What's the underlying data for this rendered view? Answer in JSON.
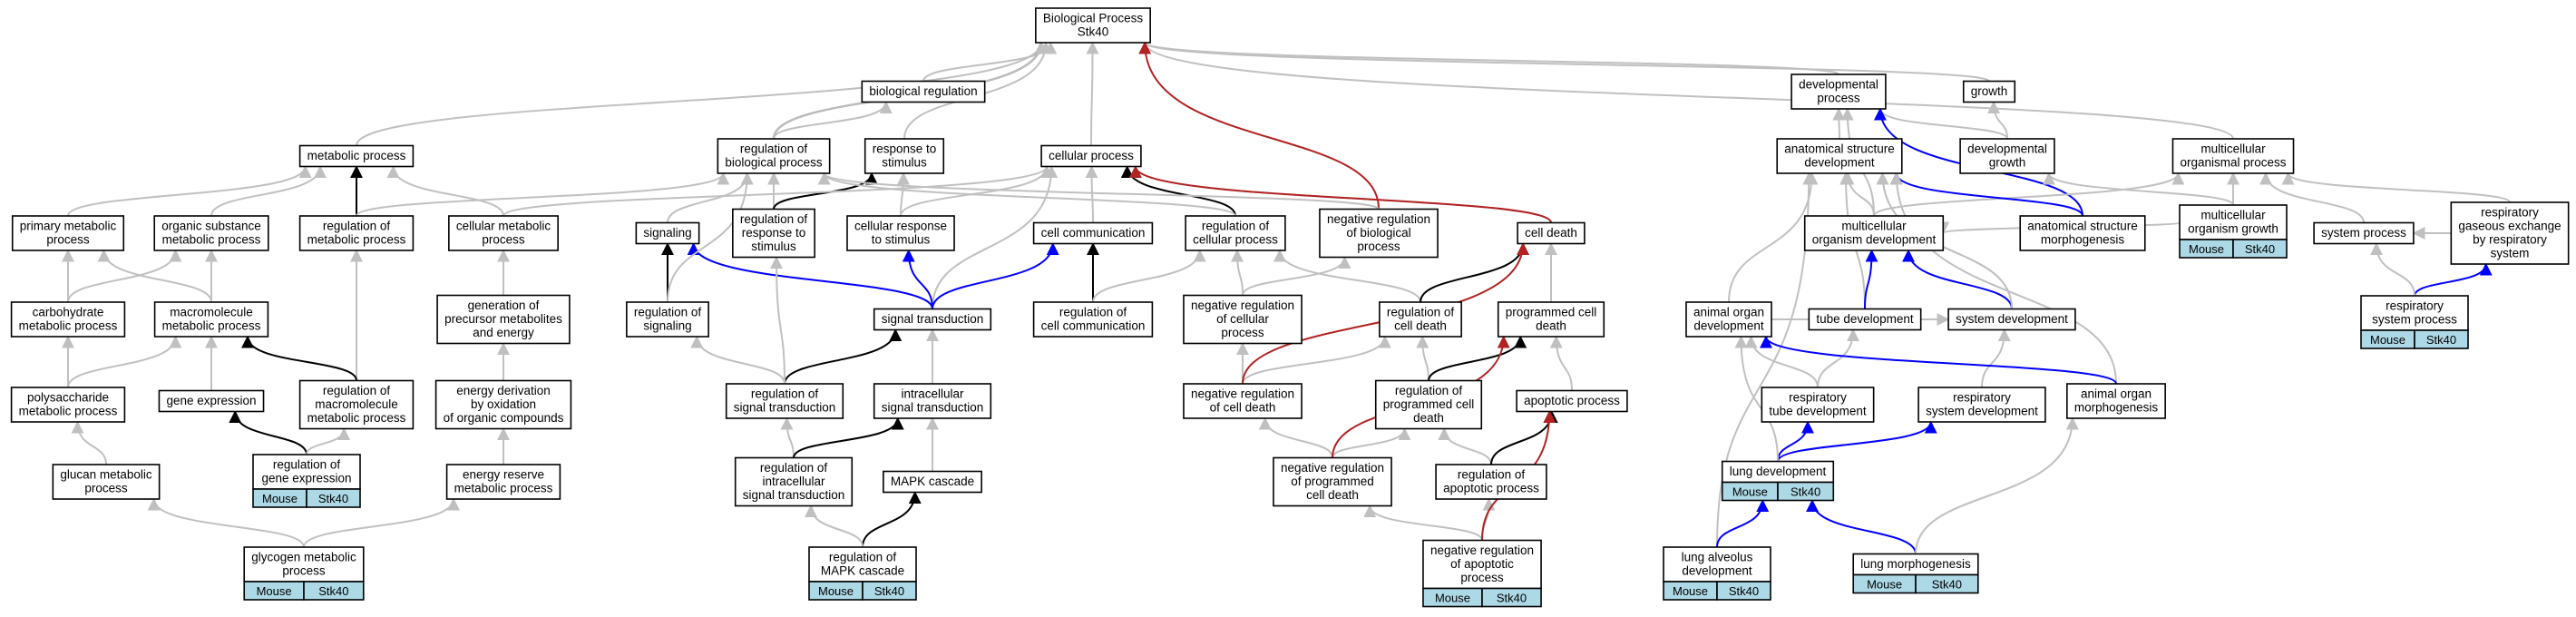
{
  "colors": {
    "is_a": "#c0c0c0",
    "part_of": "#000000",
    "regulates_positive": "#0000ff",
    "regulates_negative": "#b22222",
    "annotation_fill": "#add8e6"
  },
  "nodes": {
    "bp": {
      "label": [
        "Biological Process",
        "Stk40"
      ]
    },
    "bioreg": {
      "label": [
        "biological regulation"
      ]
    },
    "metab": {
      "label": [
        "metabolic process"
      ]
    },
    "regbio": {
      "label": [
        "regulation of",
        "biological process"
      ]
    },
    "resp": {
      "label": [
        "response to",
        "stimulus"
      ]
    },
    "cellp": {
      "label": [
        "cellular process"
      ]
    },
    "devp": {
      "label": [
        "developmental",
        "process"
      ]
    },
    "growth": {
      "label": [
        "growth"
      ]
    },
    "devgrowth": {
      "label": [
        "developmental",
        "growth"
      ]
    },
    "anatdev": {
      "label": [
        "anatomical structure",
        "development"
      ]
    },
    "multiorg": {
      "label": [
        "multicellular",
        "organismal process"
      ]
    },
    "primmet": {
      "label": [
        "primary metabolic",
        "process"
      ]
    },
    "orgsub": {
      "label": [
        "organic substance",
        "metabolic process"
      ]
    },
    "regmet": {
      "label": [
        "regulation of",
        "metabolic process"
      ]
    },
    "cellmet": {
      "label": [
        "cellular metabolic",
        "process"
      ]
    },
    "signaling": {
      "label": [
        "signaling"
      ]
    },
    "regresp": {
      "label": [
        "regulation of",
        "response to",
        "stimulus"
      ]
    },
    "cellresp": {
      "label": [
        "cellular response",
        "to stimulus"
      ]
    },
    "cellcomm": {
      "label": [
        "cell communication"
      ]
    },
    "regcell": {
      "label": [
        "regulation of",
        "cellular process"
      ]
    },
    "negregbio": {
      "label": [
        "negative regulation",
        "of biological",
        "process"
      ]
    },
    "celldeath": {
      "label": [
        "cell death"
      ]
    },
    "multidev": {
      "label": [
        "multicellular",
        "organism development"
      ]
    },
    "anatmorph": {
      "label": [
        "anatomical structure",
        "morphogenesis"
      ]
    },
    "multigrowth": {
      "label": [
        "multicellular",
        "organism growth"
      ],
      "annotation": [
        "Mouse",
        "Stk40"
      ]
    },
    "sysproc": {
      "label": [
        "system process"
      ]
    },
    "respgas": {
      "label": [
        "respiratory",
        "gaseous exchange",
        "by respiratory",
        "system"
      ]
    },
    "carbmet": {
      "label": [
        "carbohydrate",
        "metabolic process"
      ]
    },
    "macromet": {
      "label": [
        "macromolecule",
        "metabolic process"
      ]
    },
    "genprec": {
      "label": [
        "generation of",
        "precursor metabolites",
        "and energy"
      ]
    },
    "regsig": {
      "label": [
        "regulation of",
        "signaling"
      ]
    },
    "sigtrans": {
      "label": [
        "signal transduction"
      ]
    },
    "regcellcomm": {
      "label": [
        "regulation of",
        "cell communication"
      ]
    },
    "negregcell": {
      "label": [
        "negative regulation",
        "of cellular",
        "process"
      ]
    },
    "regcelldeath": {
      "label": [
        "regulation of",
        "cell death"
      ]
    },
    "progdeath": {
      "label": [
        "programmed cell",
        "death"
      ]
    },
    "animalorgan": {
      "label": [
        "animal organ",
        "development"
      ]
    },
    "tubedev": {
      "label": [
        "tube development"
      ]
    },
    "sysdev": {
      "label": [
        "system development"
      ]
    },
    "respsysproc": {
      "label": [
        "respiratory",
        "system process"
      ],
      "annotation": [
        "Mouse",
        "Stk40"
      ]
    },
    "polysac": {
      "label": [
        "polysaccharide",
        "metabolic process"
      ]
    },
    "geneexp": {
      "label": [
        "gene expression"
      ]
    },
    "regmacro": {
      "label": [
        "regulation of",
        "macromolecule",
        "metabolic process"
      ]
    },
    "energyderiv": {
      "label": [
        "energy derivation",
        "by oxidation",
        "of organic compounds"
      ]
    },
    "regsigtrans": {
      "label": [
        "regulation of",
        "signal transduction"
      ]
    },
    "intrasig": {
      "label": [
        "intracellular",
        "signal transduction"
      ]
    },
    "negregcd": {
      "label": [
        "negative regulation",
        "of cell death"
      ]
    },
    "regprog": {
      "label": [
        "regulation of",
        "programmed cell",
        "death"
      ]
    },
    "apoptotic": {
      "label": [
        "apoptotic process"
      ]
    },
    "resptube": {
      "label": [
        "respiratory",
        "tube development"
      ]
    },
    "respsysdev": {
      "label": [
        "respiratory",
        "system development"
      ]
    },
    "animalmorph": {
      "label": [
        "animal organ",
        "morphogenesis"
      ]
    },
    "glucan": {
      "label": [
        "glucan metabolic",
        "process"
      ]
    },
    "reggene": {
      "label": [
        "regulation of",
        "gene expression"
      ],
      "annotation": [
        "Mouse",
        "Stk40"
      ]
    },
    "energyres": {
      "label": [
        "energy reserve",
        "metabolic process"
      ]
    },
    "regintra": {
      "label": [
        "regulation of",
        "intracellular",
        "signal transduction"
      ]
    },
    "mapk": {
      "label": [
        "MAPK cascade"
      ]
    },
    "negregprog": {
      "label": [
        "negative regulation",
        "of programmed",
        "cell death"
      ]
    },
    "regapop": {
      "label": [
        "regulation of",
        "apoptotic process"
      ]
    },
    "lungdev": {
      "label": [
        "lung development"
      ],
      "annotation": [
        "Mouse",
        "Stk40"
      ]
    },
    "glycogen": {
      "label": [
        "glycogen metabolic",
        "process"
      ],
      "annotation": [
        "Mouse",
        "Stk40"
      ]
    },
    "regmapk": {
      "label": [
        "regulation of",
        "MAPK cascade"
      ],
      "annotation": [
        "Mouse",
        "Stk40"
      ]
    },
    "negregapop": {
      "label": [
        "negative regulation",
        "of apoptotic",
        "process"
      ],
      "annotation": [
        "Mouse",
        "Stk40"
      ]
    },
    "lungalv": {
      "label": [
        "lung alveolus",
        "development"
      ],
      "annotation": [
        "Mouse",
        "Stk40"
      ]
    },
    "lungmorph": {
      "label": [
        "lung morphogenesis"
      ],
      "annotation": [
        "Mouse",
        "Stk40"
      ]
    }
  },
  "edges": [
    [
      "bioreg",
      "bp",
      "is_a"
    ],
    [
      "metab",
      "bp",
      "is_a"
    ],
    [
      "regbio",
      "bp",
      "part_of"
    ],
    [
      "regbio",
      "bp",
      "is_a"
    ],
    [
      "resp",
      "bp",
      "is_a"
    ],
    [
      "cellp",
      "bp",
      "is_a"
    ],
    [
      "devp",
      "bp",
      "is_a"
    ],
    [
      "growth",
      "bp",
      "is_a"
    ],
    [
      "multiorg",
      "bp",
      "is_a"
    ],
    [
      "negregbio",
      "bp",
      "regulates_negative"
    ],
    [
      "regbio",
      "bioreg",
      "is_a"
    ],
    [
      "devgrowth",
      "devp",
      "is_a"
    ],
    [
      "devgrowth",
      "growth",
      "is_a"
    ],
    [
      "anatdev",
      "devp",
      "is_a"
    ],
    [
      "anatmorph",
      "devp",
      "regulates_positive"
    ],
    [
      "multidev",
      "devp",
      "is_a"
    ],
    [
      "primmet",
      "metab",
      "is_a"
    ],
    [
      "orgsub",
      "metab",
      "is_a"
    ],
    [
      "regmet",
      "metab",
      "part_of"
    ],
    [
      "cellmet",
      "metab",
      "is_a"
    ],
    [
      "regmet",
      "regbio",
      "is_a"
    ],
    [
      "signaling",
      "regbio",
      "is_a"
    ],
    [
      "regresp",
      "regbio",
      "is_a"
    ],
    [
      "regresp",
      "resp",
      "part_of"
    ],
    [
      "cellresp",
      "resp",
      "is_a"
    ],
    [
      "cellresp",
      "cellp",
      "is_a"
    ],
    [
      "cellcomm",
      "cellp",
      "is_a"
    ],
    [
      "regcell",
      "cellp",
      "part_of"
    ],
    [
      "regcell",
      "regbio",
      "is_a"
    ],
    [
      "negregbio",
      "regbio",
      "is_a"
    ],
    [
      "cellmet",
      "cellp",
      "is_a"
    ],
    [
      "celldeath",
      "cellp",
      "is_a"
    ],
    [
      "celldeath",
      "cellp",
      "regulates_negative"
    ],
    [
      "sigtrans",
      "cellp",
      "is_a"
    ],
    [
      "multidev",
      "multiorg",
      "is_a"
    ],
    [
      "multigrowth",
      "multiorg",
      "is_a"
    ],
    [
      "multigrowth",
      "devgrowth",
      "is_a"
    ],
    [
      "sysproc",
      "multiorg",
      "is_a"
    ],
    [
      "respgas",
      "multiorg",
      "is_a"
    ],
    [
      "multidev",
      "anatdev",
      "is_a"
    ],
    [
      "anatmorph",
      "anatdev",
      "regulates_positive"
    ],
    [
      "animalorgan",
      "anatdev",
      "is_a"
    ],
    [
      "tubedev",
      "anatdev",
      "is_a"
    ],
    [
      "sysdev",
      "anatdev",
      "is_a"
    ],
    [
      "lungalv",
      "anatdev",
      "is_a"
    ],
    [
      "animalmorph",
      "anatdev",
      "is_a"
    ],
    [
      "carbmet",
      "primmet",
      "is_a"
    ],
    [
      "carbmet",
      "orgsub",
      "is_a"
    ],
    [
      "macromet",
      "primmet",
      "is_a"
    ],
    [
      "macromet",
      "orgsub",
      "is_a"
    ],
    [
      "genprec",
      "cellmet",
      "is_a"
    ],
    [
      "regmacro",
      "regmet",
      "is_a"
    ],
    [
      "regmacro",
      "macromet",
      "part_of"
    ],
    [
      "regsig",
      "signaling",
      "part_of"
    ],
    [
      "sigtrans",
      "signaling",
      "regulates_positive"
    ],
    [
      "regsig",
      "regbio",
      "is_a"
    ],
    [
      "sigtrans",
      "cellresp",
      "regulates_positive"
    ],
    [
      "sigtrans",
      "cellcomm",
      "regulates_positive"
    ],
    [
      "regcellcomm",
      "cellcomm",
      "part_of"
    ],
    [
      "regcellcomm",
      "regcell",
      "is_a"
    ],
    [
      "regsigtrans",
      "regsig",
      "is_a"
    ],
    [
      "regsigtrans",
      "sigtrans",
      "part_of"
    ],
    [
      "regsigtrans",
      "regresp",
      "is_a"
    ],
    [
      "negregcell",
      "regcell",
      "is_a"
    ],
    [
      "negregcell",
      "negregbio",
      "is_a"
    ],
    [
      "regcelldeath",
      "regcell",
      "is_a"
    ],
    [
      "regcelldeath",
      "celldeath",
      "part_of"
    ],
    [
      "progdeath",
      "celldeath",
      "is_a"
    ],
    [
      "negregcd",
      "negregcell",
      "is_a"
    ],
    [
      "negregcd",
      "regcelldeath",
      "is_a"
    ],
    [
      "negregcd",
      "celldeath",
      "regulates_negative"
    ],
    [
      "regprog",
      "regcelldeath",
      "is_a"
    ],
    [
      "regprog",
      "progdeath",
      "part_of"
    ],
    [
      "apoptotic",
      "progdeath",
      "is_a"
    ],
    [
      "tubedev",
      "multidev",
      "regulates_positive"
    ],
    [
      "sysdev",
      "multidev",
      "regulates_positive"
    ],
    [
      "sysdev",
      "anatdev",
      "is_a"
    ],
    [
      "animalorgan",
      "sysdev",
      "is_a"
    ],
    [
      "resptube",
      "tubedev",
      "is_a"
    ],
    [
      "resptube",
      "animalorgan",
      "is_a"
    ],
    [
      "respsysdev",
      "sysdev",
      "is_a"
    ],
    [
      "animalmorph",
      "animalorgan",
      "regulates_positive"
    ],
    [
      "polysac",
      "carbmet",
      "is_a"
    ],
    [
      "polysac",
      "macromet",
      "is_a"
    ],
    [
      "geneexp",
      "macromet",
      "is_a"
    ],
    [
      "energyderiv",
      "genprec",
      "is_a"
    ],
    [
      "intrasig",
      "sigtrans",
      "is_a"
    ],
    [
      "regintra",
      "regsigtrans",
      "is_a"
    ],
    [
      "regintra",
      "intrasig",
      "part_of"
    ],
    [
      "mapk",
      "intrasig",
      "is_a"
    ],
    [
      "regapop",
      "regprog",
      "is_a"
    ],
    [
      "regapop",
      "apoptotic",
      "part_of"
    ],
    [
      "negregprog",
      "regprog",
      "is_a"
    ],
    [
      "negregprog",
      "negregcd",
      "is_a"
    ],
    [
      "negregprog",
      "progdeath",
      "regulates_negative"
    ],
    [
      "glucan",
      "polysac",
      "is_a"
    ],
    [
      "reggene",
      "geneexp",
      "part_of"
    ],
    [
      "reggene",
      "regmacro",
      "is_a"
    ],
    [
      "energyres",
      "energyderiv",
      "is_a"
    ],
    [
      "regmapk",
      "mapk",
      "part_of"
    ],
    [
      "regmapk",
      "regintra",
      "is_a"
    ],
    [
      "negregapop",
      "regapop",
      "is_a"
    ],
    [
      "negregapop",
      "negregprog",
      "is_a"
    ],
    [
      "negregapop",
      "apoptotic",
      "regulates_negative"
    ],
    [
      "glycogen",
      "glucan",
      "is_a"
    ],
    [
      "glycogen",
      "energyres",
      "is_a"
    ],
    [
      "lungdev",
      "resptube",
      "regulates_positive"
    ],
    [
      "lungdev",
      "respsysdev",
      "regulates_positive"
    ],
    [
      "lungdev",
      "animalorgan",
      "is_a"
    ],
    [
      "lungalv",
      "lungdev",
      "regulates_positive"
    ],
    [
      "lungmorph",
      "lungdev",
      "regulates_positive"
    ],
    [
      "lungmorph",
      "animalmorph",
      "is_a"
    ],
    [
      "respsysproc",
      "respgas",
      "regulates_positive"
    ],
    [
      "respsysproc",
      "sysproc",
      "is_a"
    ],
    [
      "respgas",
      "sysproc",
      "is_a"
    ],
    [
      "multigrowth",
      "multidev",
      "is_a"
    ]
  ]
}
